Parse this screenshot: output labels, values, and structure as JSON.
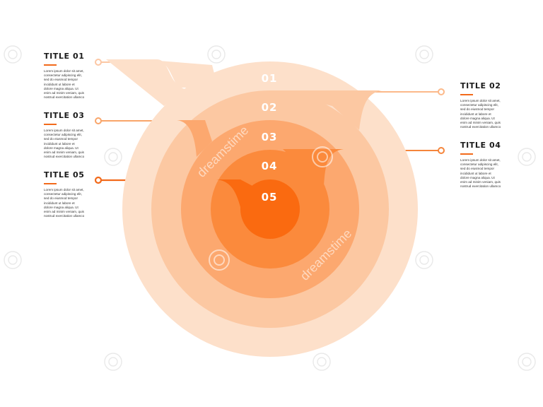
{
  "diagram": {
    "colors": {
      "level1": "#fde0ca",
      "level2": "#fcc8a2",
      "level3": "#fca86f",
      "level4": "#fb8a3c",
      "level5": "#fa6a10",
      "accent": "#f26a1b",
      "title": "#1b1b1b"
    },
    "numbers": [
      "01",
      "02",
      "03",
      "04",
      "05"
    ],
    "items": [
      {
        "title": "TITLE 01",
        "text": "Lorem ipsum dolor sit amet,\nconsectetur adipiscing elit,\nsed do eiusmod tempor\nincididunt ut labore et\ndolore magna aliqua. Ut\nenim ad minim veniam, quis\nnostrud exercitation ullamco"
      },
      {
        "title": "TITLE 02",
        "text": "Lorem ipsum dolor sit amet,\nconsectetur adipiscing elit,\nsed do eiusmod tempor\nincididunt ut labore et\ndolore magna aliqua. Ut\nenim ad minim veniam, quis\nnostrud exercitation ullamco"
      },
      {
        "title": "TITLE 03",
        "text": "Lorem ipsum dolor sit amet,\nconsectetur adipiscing elit,\nsed do eiusmod tempor\nincididunt ut labore et\ndolore magna aliqua. Ut\nenim ad minim veniam, quis\nnostrud exercitation ullamco"
      },
      {
        "title": "TITLE 04",
        "text": "Lorem ipsum dolor sit amet,\nconsectetur adipiscing elit,\nsed do eiusmod tempor\nincididunt ut labore et\ndolore magna aliqua. Ut\nenim ad minim veniam, quis\nnostrud exercitation ullamco"
      },
      {
        "title": "TITLE 05",
        "text": "Lorem ipsum dolor sit amet,\nconsectetur adipiscing elit,\nsed do eiusmod tempor\nincididunt ut labore et\ndolore magna aliqua. Ut\nenim ad minim veniam, quis\nnostrud exercitation ullamco"
      }
    ]
  },
  "watermark": {
    "text": "dreamstime",
    "icon": "dreamstime-spiral-logo-icon"
  }
}
